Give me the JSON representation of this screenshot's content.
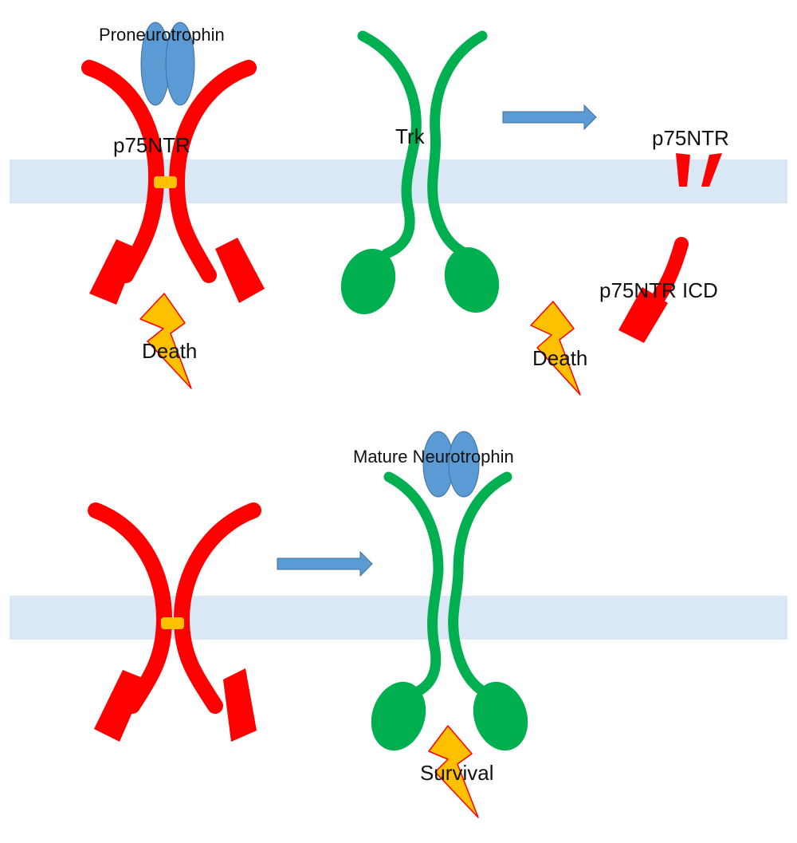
{
  "labels": {
    "proneurotrophin": "Proneurotrophin",
    "p75ntr_top": "p75NTR",
    "trk": "Trk",
    "p75ntr_cleaved": "p75NTR",
    "p75ntr_icd": "p75NTR ICD",
    "death_left": "Death",
    "death_right": "Death",
    "mature_neurotrophin": "Mature Neurotrophin",
    "survival": "Survival"
  },
  "colors": {
    "p75ntr": "#ff0000",
    "trk": "#00b050",
    "neurotrophin": "#5b9bd5",
    "neurotrophin_outline": "#41719c",
    "membrane": "#dae7f4",
    "arrow": "#5b9bd5",
    "bolt_fill": "#ffc000",
    "bolt_outline": "#ff0000",
    "tm_block": "#ffc000"
  },
  "icons": {
    "signal": "lightning-bolt",
    "transition": "right-arrow"
  }
}
